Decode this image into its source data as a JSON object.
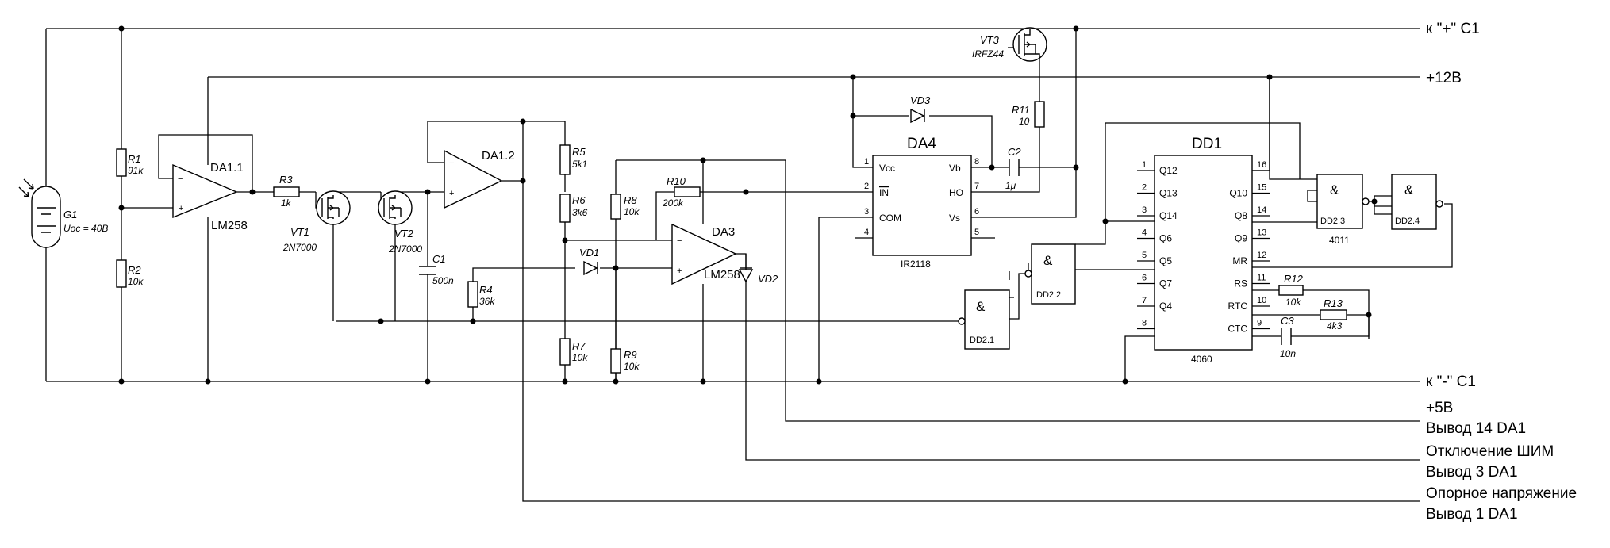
{
  "rails": {
    "plus_c1": "к \"+\" С1",
    "plus12": "+12В",
    "minus_c1": "к \"-\" С1",
    "plus5": "+5В",
    "pin14": "Вывод 14 DA1",
    "pwm_off": "Отключение ШИМ",
    "pin3": "Вывод 3 DA1",
    "vref": "Опорное напряжение",
    "pin1": "Вывод 1 DA1"
  },
  "g1": {
    "ref": "G1",
    "val": "Uoc = 40В"
  },
  "r1": {
    "ref": "R1",
    "val": "91k"
  },
  "r2": {
    "ref": "R2",
    "val": "10k"
  },
  "r3": {
    "ref": "R3",
    "val": "1k"
  },
  "r4": {
    "ref": "R4",
    "val": "36k"
  },
  "r5": {
    "ref": "R5",
    "val": "5k1"
  },
  "r6": {
    "ref": "R6",
    "val": "3k6"
  },
  "r7": {
    "ref": "R7",
    "val": "10k"
  },
  "r8": {
    "ref": "R8",
    "val": "10k"
  },
  "r9": {
    "ref": "R9",
    "val": "10k"
  },
  "r10": {
    "ref": "R10",
    "val": "200k"
  },
  "r11": {
    "ref": "R11",
    "val": "10"
  },
  "r12": {
    "ref": "R12",
    "val": "10k"
  },
  "r13": {
    "ref": "R13",
    "val": "4k3"
  },
  "c1": {
    "ref": "C1",
    "val": "500n"
  },
  "c2": {
    "ref": "C2",
    "val": "1μ"
  },
  "c3": {
    "ref": "C3",
    "val": "10n"
  },
  "da11": {
    "ref": "DA1.1",
    "part": "LM258"
  },
  "da12": {
    "ref": "DA1.2"
  },
  "da3": {
    "ref": "DA3",
    "part": "LM258"
  },
  "vt1": {
    "ref": "VT1",
    "part": "2N7000"
  },
  "vt2": {
    "ref": "VT2",
    "part": "2N7000"
  },
  "vt3": {
    "ref": "VT3",
    "part": "IRFZ44"
  },
  "vd1": {
    "ref": "VD1"
  },
  "vd2": {
    "ref": "VD2"
  },
  "vd3": {
    "ref": "VD3"
  },
  "da4": {
    "ref": "DA4",
    "part": "IR2118",
    "pins": {
      "p1": "1",
      "p2": "2",
      "p3": "3",
      "p4": "4",
      "p5": "5",
      "p6": "6",
      "p7": "7",
      "p8": "8"
    },
    "labels": {
      "vcc": "Vcc",
      "in": "IN",
      "com": "COM",
      "vb": "Vb",
      "ho": "HO",
      "vs": "Vs"
    }
  },
  "dd1": {
    "ref": "DD1",
    "part": "4060",
    "left": [
      {
        "num": "1",
        "name": "Q12"
      },
      {
        "num": "2",
        "name": "Q13"
      },
      {
        "num": "3",
        "name": "Q14"
      },
      {
        "num": "4",
        "name": "Q6"
      },
      {
        "num": "5",
        "name": "Q5"
      },
      {
        "num": "6",
        "name": "Q7"
      },
      {
        "num": "7",
        "name": "Q4"
      },
      {
        "num": "8",
        "name": ""
      }
    ],
    "right": [
      {
        "num": "16",
        "name": ""
      },
      {
        "num": "15",
        "name": "Q10"
      },
      {
        "num": "14",
        "name": "Q8"
      },
      {
        "num": "13",
        "name": "Q9"
      },
      {
        "num": "12",
        "name": "MR"
      },
      {
        "num": "11",
        "name": "RS"
      },
      {
        "num": "10",
        "name": "RTC"
      },
      {
        "num": "9",
        "name": "CTC"
      }
    ]
  },
  "gates": {
    "symbol": "&",
    "dd21": "DD2.1",
    "dd22": "DD2.2",
    "dd23": "DD2.3",
    "dd24": "DD2.4",
    "part": "4011"
  }
}
